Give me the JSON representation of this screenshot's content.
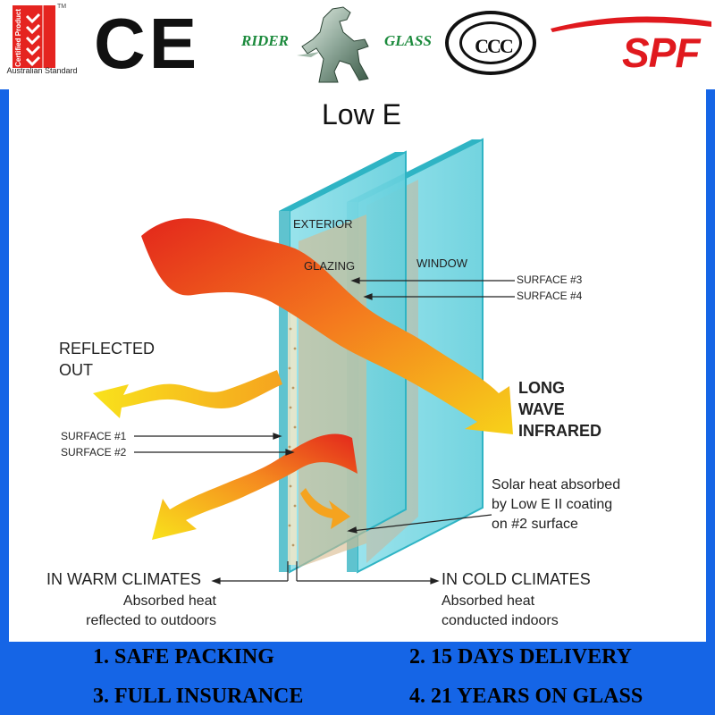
{
  "header": {
    "badge": {
      "vertical": "Certified Product",
      "text": "Australian Standard",
      "trademark": "TM",
      "icon": "australian-standard-mark"
    },
    "ce": "CE",
    "rider": {
      "left": "RIDER",
      "right": "GLASS",
      "icon": "rearing-horse"
    },
    "ccc": "CCC",
    "spf": "SPF",
    "colors": {
      "ce": "#111111",
      "rider": "#1b8a3c",
      "spf": "#e0191e",
      "badge": "#e52420"
    }
  },
  "diagram": {
    "title": "Low E",
    "labels": {
      "exterior": "EXTERIOR",
      "glazing": "GLAZING",
      "window": "WINDOW",
      "surface3": "SURFACE #3",
      "surface4": "SURFACE #4",
      "reflected_1": "REFLECTED",
      "reflected_2": "OUT",
      "long_1": "LONG",
      "long_2": "WAVE",
      "long_3": "INFRARED",
      "surface1": "SURFACE #1",
      "surface2": "SURFACE #2",
      "solar_1": "Solar heat absorbed",
      "solar_2": "by Low E II coating",
      "solar_3": "on #2 surface",
      "warm": "IN WARM CLIMATES",
      "warm_sub_1": "Absorbed heat",
      "warm_sub_2": "reflected to outdoors",
      "cold": "IN COLD CLIMATES",
      "cold_sub_1": "Absorbed heat",
      "cold_sub_2": "conducted indoors"
    },
    "colors": {
      "glass": "#5fd3e0",
      "glass_edge": "#2fb4c4",
      "heat_hot": "#e3261b",
      "heat_warm": "#f7d21a"
    }
  },
  "footer": {
    "items": [
      "1. SAFE PACKING",
      "2. 15 DAYS DELIVERY",
      "3. FULL INSURANCE",
      "4. 21 YEARS ON GLASS"
    ],
    "background": "#1565e6"
  }
}
